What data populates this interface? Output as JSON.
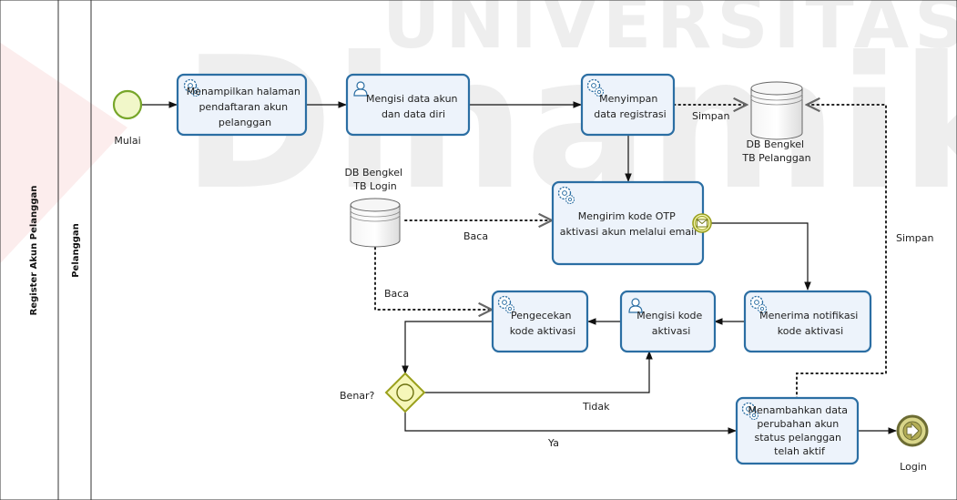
{
  "pool": {
    "title": "Register Akun Pelanggan"
  },
  "lane": {
    "title": "Pelanggan"
  },
  "watermark": {
    "line1": "UNIVERSITAS",
    "line2": "Dinamika"
  },
  "events": {
    "start": "Mulai",
    "end": "Login"
  },
  "tasks": {
    "t1": [
      "Menampilkan halaman",
      "pendaftaran akun",
      "pelanggan"
    ],
    "t2": [
      "Mengisi data akun",
      "dan data diri"
    ],
    "t3": [
      "Menyimpan",
      "data registrasi"
    ],
    "t4": [
      "Mengirim kode OTP",
      "aktivasi akun melalui email"
    ],
    "t5": [
      "Menerima notifikasi",
      "kode aktivasi"
    ],
    "t6": [
      "Mengisi kode",
      "aktivasi"
    ],
    "t7": [
      "Pengecekan",
      "kode aktivasi"
    ],
    "t8": [
      "Menambahkan data",
      "perubahan akun",
      "status pelanggan",
      "telah aktif"
    ]
  },
  "datastores": {
    "pelanggan": [
      "DB Bengkel",
      "TB Pelanggan"
    ],
    "login": [
      "DB Bengkel",
      "TB Login"
    ]
  },
  "gateway": {
    "label": "Benar?"
  },
  "flows": {
    "simpan1": "Simpan",
    "simpan2": "Simpan",
    "baca1": "Baca",
    "baca2": "Baca",
    "tidak": "Tidak",
    "ya": "Ya"
  },
  "colors": {
    "task_border": "#2b6ea3",
    "task_fill": "#edf3fb",
    "start_stroke": "#77a62a",
    "start_fill": "#f1f7c9",
    "end_stroke": "#7a7a3a",
    "end_fill": "#d9d68a",
    "gateway_stroke": "#9aa01c",
    "gateway_fill": "#f6f7b9",
    "flow": "#111111",
    "watermark_red": "#e33b3b"
  }
}
